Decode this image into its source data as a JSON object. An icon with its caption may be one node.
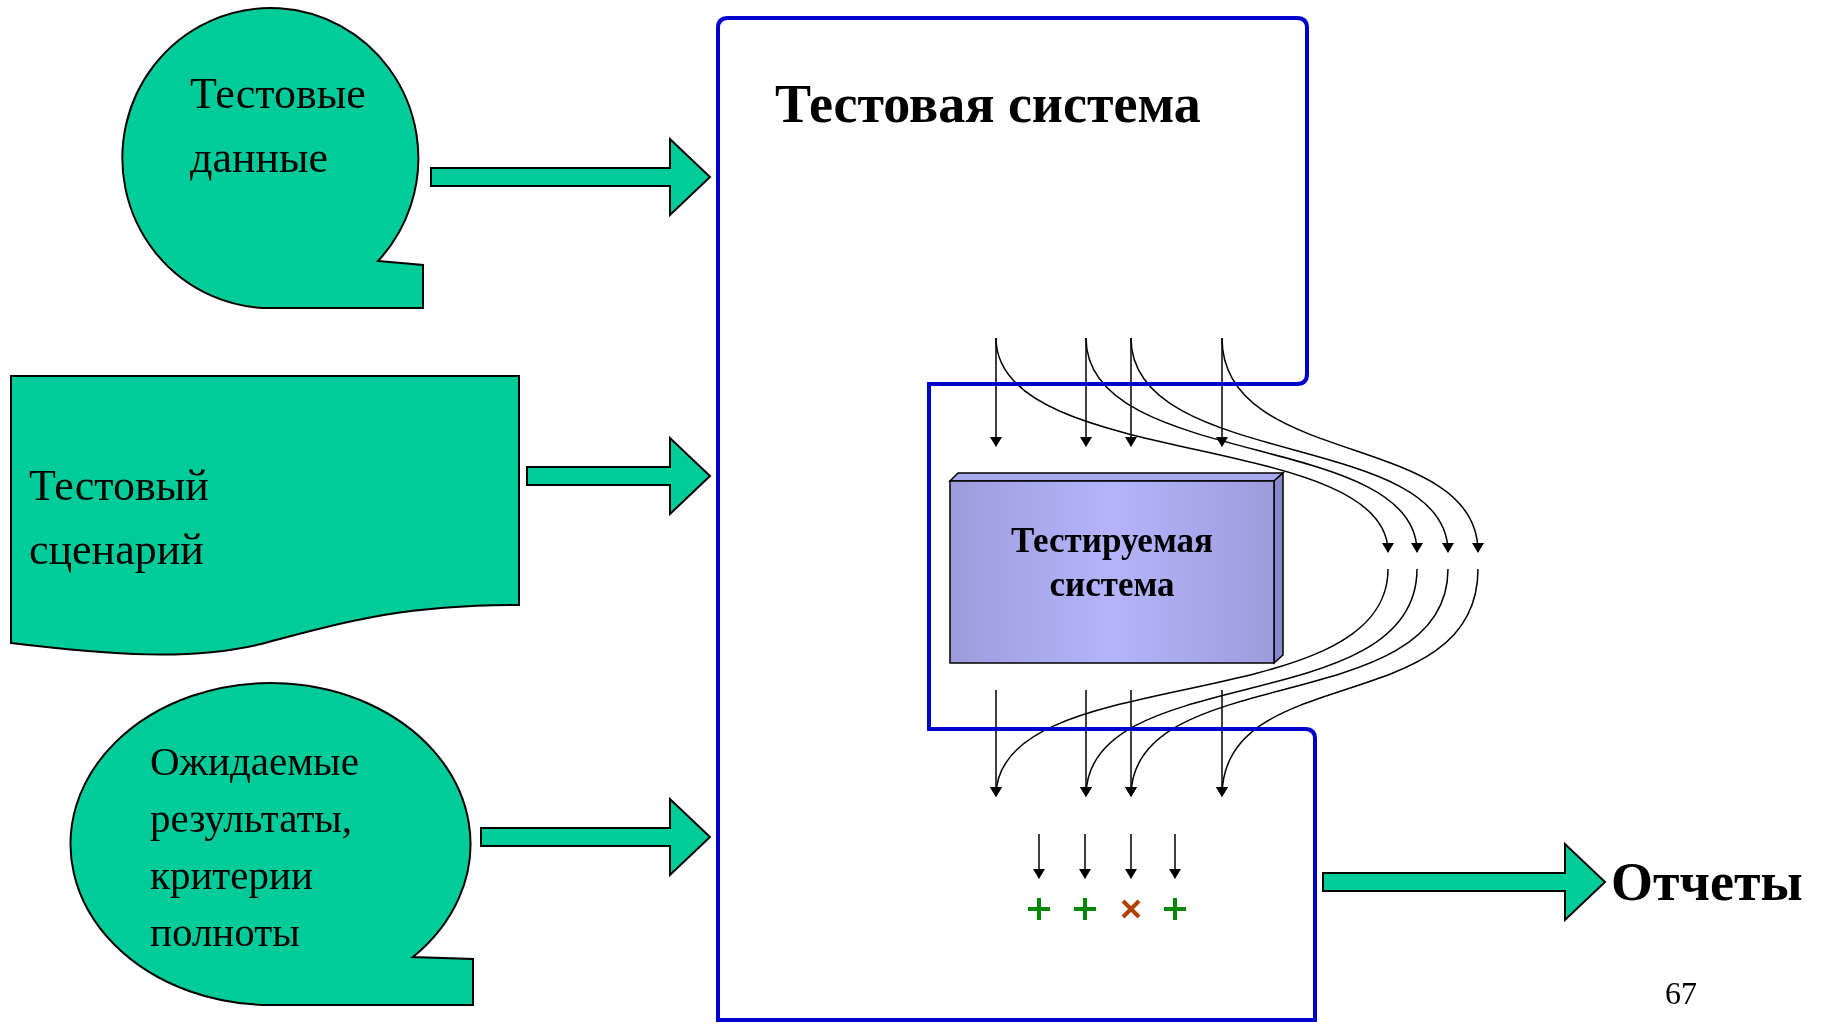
{
  "diagram": {
    "nodes": [
      {
        "text": [
          "Тестовые данные"
        ]
      },
      {
        "text": [
          "Тестовый сценарий"
        ]
      },
      {
        "text": [
          "Ожидаемые результаты, критерии полноты"
        ]
      },
      {
        "text": [
          "Тестовая система"
        ]
      },
      {
        "text": [
          "Тестируемая система"
        ]
      },
      {
        "text": [
          "Отчеты"
        ]
      }
    ],
    "edges": [
      {
        "from": 0,
        "to": 3,
        "arrow": "to"
      },
      {
        "from": 1,
        "to": 3,
        "arrow": "to"
      },
      {
        "from": 2,
        "to": 3,
        "arrow": "to"
      },
      {
        "from": 3,
        "to": 5,
        "arrow": "to"
      }
    ],
    "labels": [
      "67"
    ]
  }
}
